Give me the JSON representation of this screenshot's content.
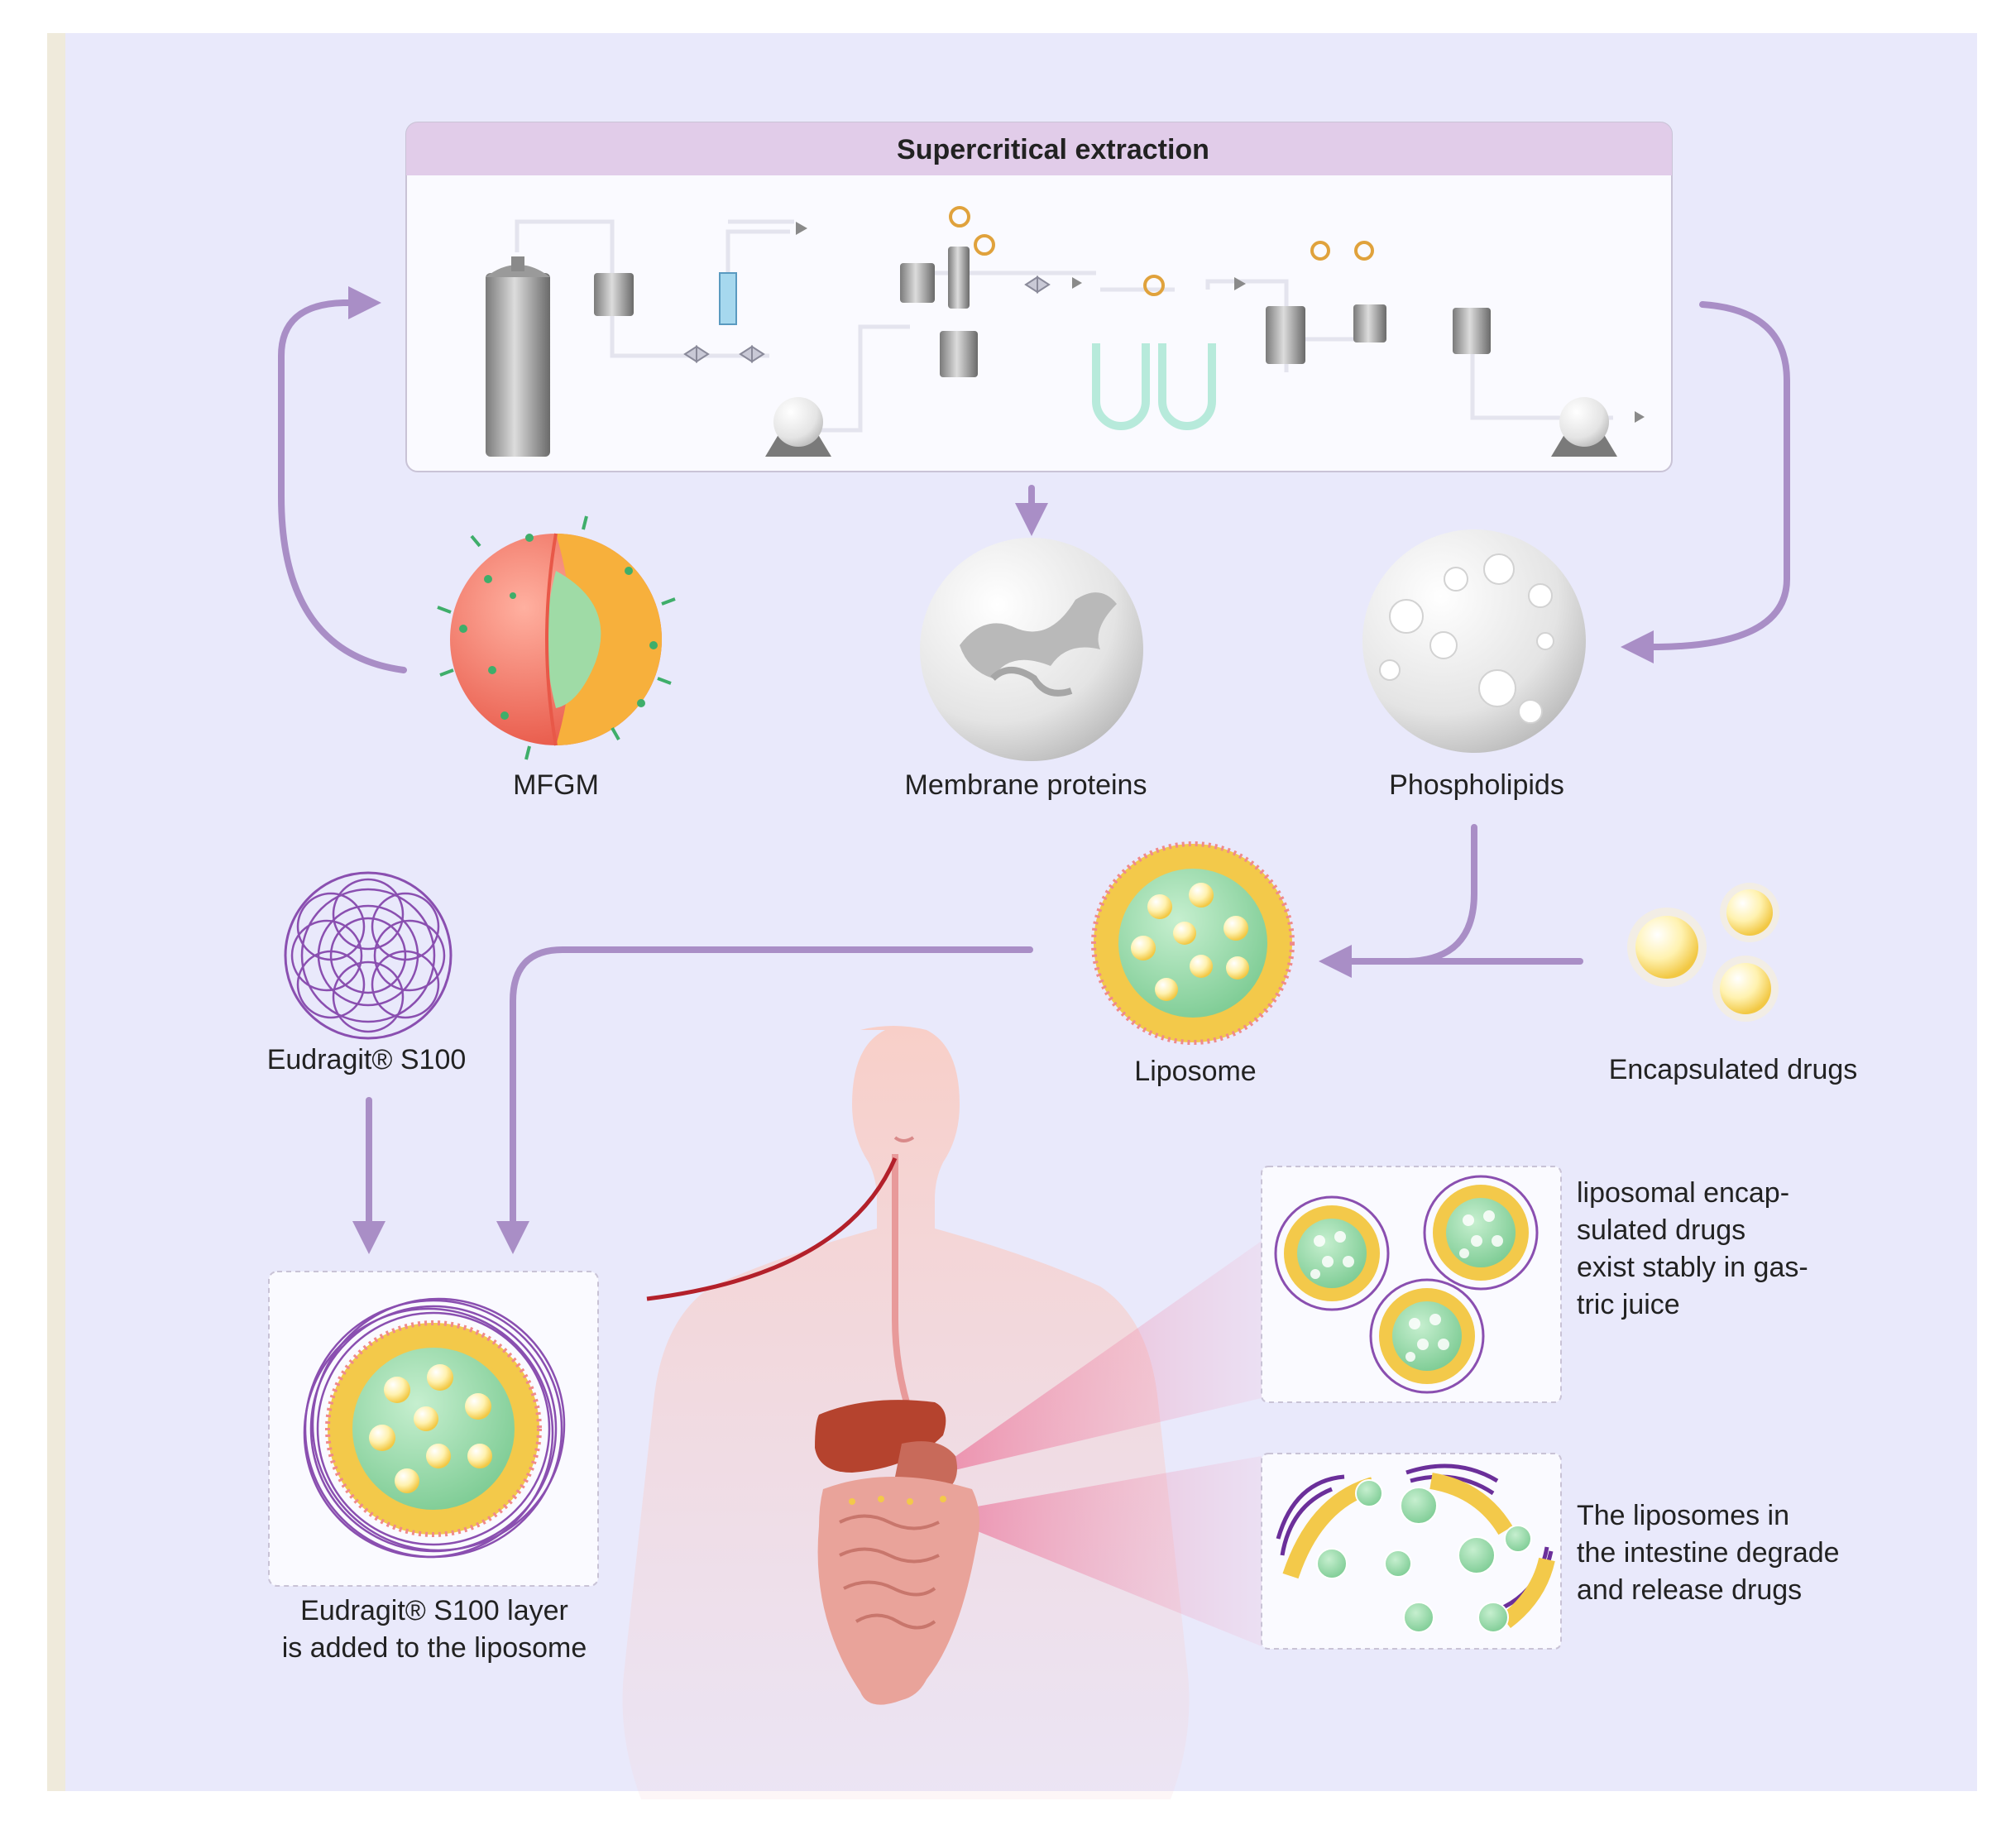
{
  "header": {
    "title": "Supercritical extraction"
  },
  "labels": {
    "mfgm": "MFGM",
    "membrane_proteins": "Membrane proteins",
    "phospholipids": "Phospholipids",
    "liposome": "Liposome",
    "encapsulated_drugs": "Encapsulated drugs",
    "eudragit": "Eudragit® S100",
    "eudragit_layer_line1": "Eudragit® S100 layer",
    "eudragit_layer_line2": "is added to the liposome"
  },
  "notes": {
    "gastric": [
      "liposomal encap-",
      "sulated drugs",
      "exist stably in gas-",
      "tric juice"
    ],
    "intestine": [
      "The liposomes in",
      "the intestine degrade",
      "and release drugs"
    ]
  },
  "colors": {
    "background": "#e9e9fb",
    "left_strip": "#efeadb",
    "arrow": "#a98ec6",
    "header_band": "#e1cce9",
    "lipid_yellow": "#f3c94a",
    "core_green": "#8fd4a0",
    "polymer_purple": "#8a4fb0",
    "mfgm_red": "#f07060"
  },
  "icons": [
    "gas-cylinder-icon",
    "pump-icon",
    "valve-icon",
    "separator-vessel-icon",
    "u-tube-icon",
    "human-body-icon",
    "stomach-icon",
    "intestine-icon"
  ]
}
